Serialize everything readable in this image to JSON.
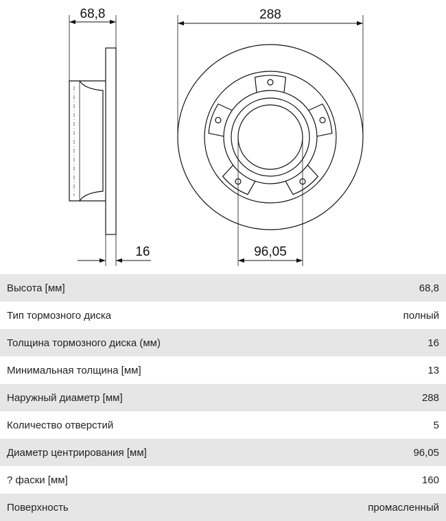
{
  "drawing": {
    "dims": {
      "height": "68,8",
      "outer_diameter": "288",
      "thickness": "16",
      "centering_diameter": "96,05"
    }
  },
  "specs": [
    {
      "label": "Высота [мм]",
      "value": "68,8"
    },
    {
      "label": "Тип тормозного диска",
      "value": "полный"
    },
    {
      "label": "Толщина тормозного диска (мм)",
      "value": "16"
    },
    {
      "label": "Минимальная толщина [мм]",
      "value": "13"
    },
    {
      "label": "Наружный диаметр [мм]",
      "value": "288"
    },
    {
      "label": "Количество отверстий",
      "value": "5"
    },
    {
      "label": "Диаметр центрирования [мм]",
      "value": "96,05"
    },
    {
      "label": "? фаски [мм]",
      "value": "160"
    },
    {
      "label": "Поверхность",
      "value": "промасленный"
    }
  ]
}
